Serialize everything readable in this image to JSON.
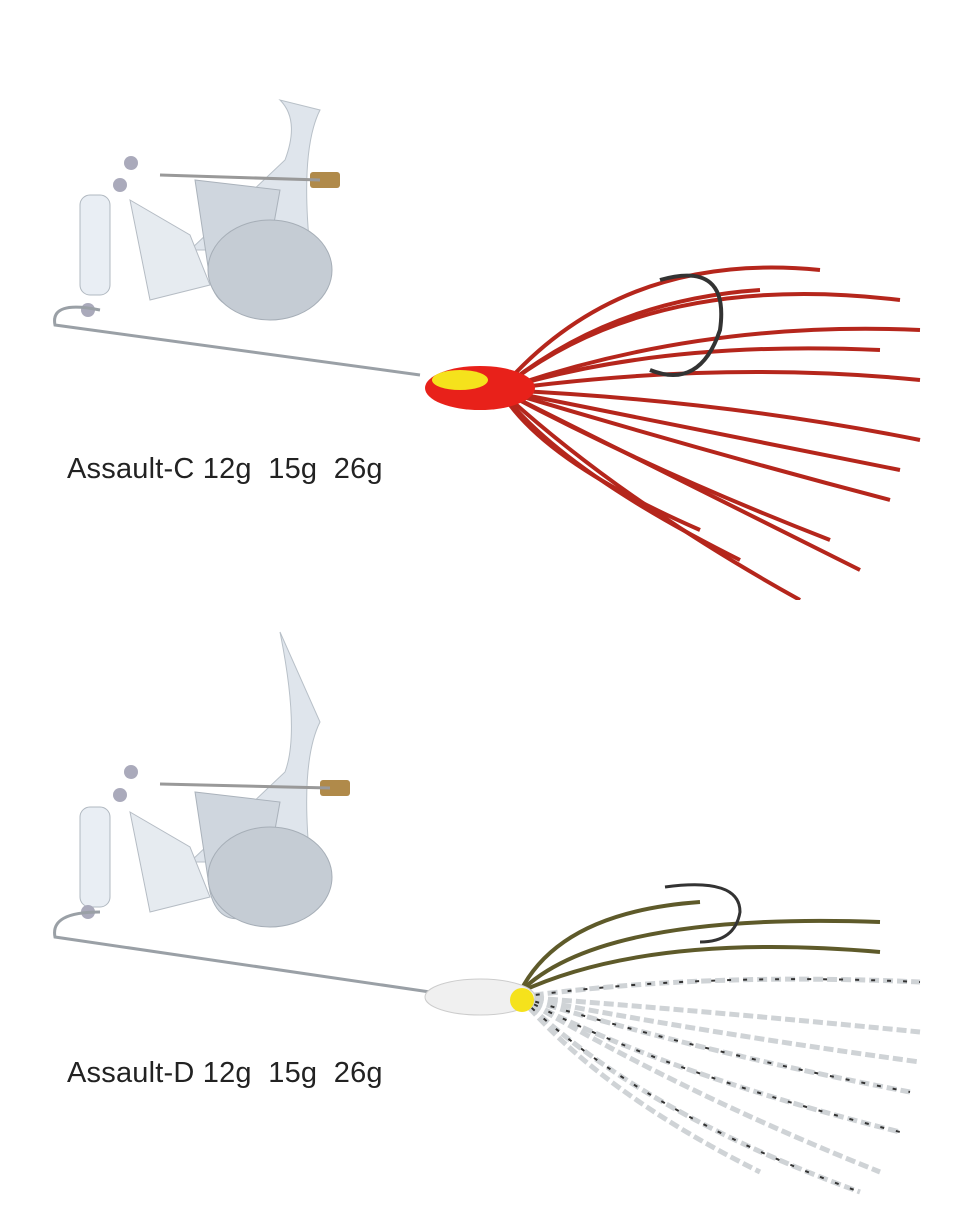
{
  "products": [
    {
      "name": "Assault-C",
      "weights": "12g  15g  26g",
      "label": "Assault-C 12g  15g  26g",
      "skirt_color": "#b5261c",
      "head_color": "#e8211a"
    },
    {
      "name": "Assault-D",
      "weights": "12g  15g  26g",
      "label": "Assault-D 12g  15g  26g",
      "skirt_color": "#5e5a2a",
      "head_color": "#f0f0f0"
    }
  ]
}
